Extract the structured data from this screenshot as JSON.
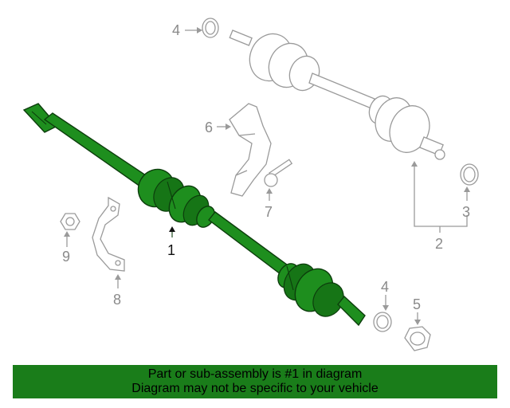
{
  "callouts": {
    "part_1": "1",
    "part_2": "2",
    "part_3": "3",
    "part_4_top": "4",
    "part_4_bottom": "4",
    "part_5": "5",
    "part_6": "6",
    "part_7": "7",
    "part_8": "8",
    "part_9": "9"
  },
  "banner": {
    "line1": "Part or sub-assembly is #1 in diagram",
    "line2": "Diagram may not be specific to your vehicle"
  },
  "colors": {
    "highlight": "#1e8e1e",
    "banner": "#1a7d1a",
    "ghost_outline": "#9a9a9a"
  }
}
